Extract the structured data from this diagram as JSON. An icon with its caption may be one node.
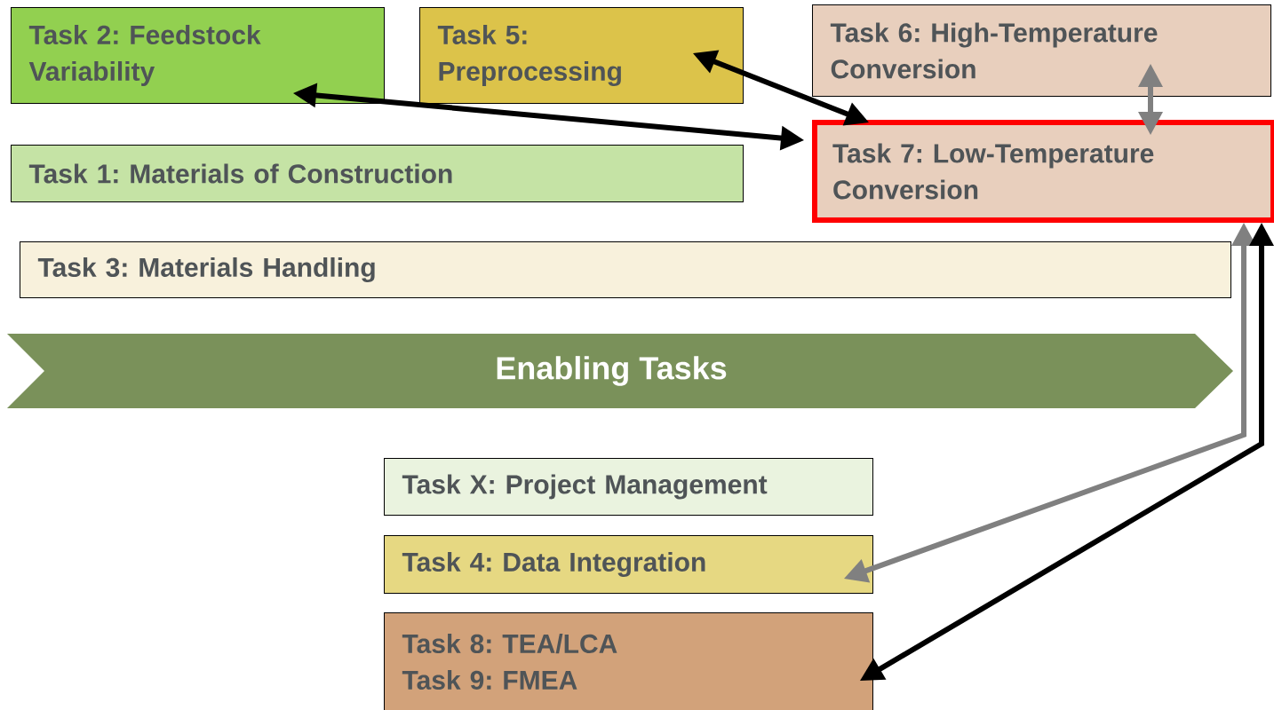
{
  "diagram": {
    "nodes": [
      {
        "text": [
          "Task 2: Feedstock Variability"
        ]
      },
      {
        "text": [
          "Task 5: Preprocessing"
        ]
      },
      {
        "text": [
          "Task 6: High-Temperature Conversion"
        ]
      },
      {
        "text": [
          "Task 1: Materials of Construction"
        ]
      },
      {
        "text": [
          "Task 7: Low-Temperature Conversion"
        ]
      },
      {
        "text": [
          "Task 3: Materials Handling"
        ]
      },
      {
        "text": [
          "Enabling Tasks"
        ]
      },
      {
        "text": [
          "Task X: Project Management"
        ]
      },
      {
        "text": [
          "Task 4: Data Integration"
        ]
      },
      {
        "text": [
          "Task 8: TEA/LCA",
          "Task 9: FMEA"
        ]
      }
    ],
    "edges": [
      {
        "from": 0,
        "to": 4,
        "arrow": "both"
      },
      {
        "from": 1,
        "to": 4,
        "arrow": "both"
      },
      {
        "from": 2,
        "to": 4,
        "arrow": "both",
        "color": "#808080"
      },
      {
        "from": 4,
        "to": 8,
        "arrow": "both",
        "color": "#808080"
      },
      {
        "from": 4,
        "to": 9,
        "arrow": "both"
      }
    ]
  }
}
